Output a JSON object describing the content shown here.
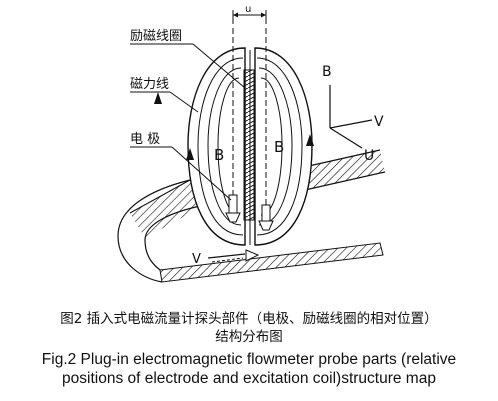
{
  "diagram": {
    "labels": {
      "excitation_coil": "励磁线圈",
      "magnetic_lines": "磁力线",
      "electrode": "电 极",
      "u_top": "u",
      "b_left": "B",
      "b_right": "B",
      "axis_b": "B",
      "axis_v": "V",
      "axis_u": "U",
      "flow_v": "V"
    }
  },
  "caption": {
    "cn_line1": "图2 插入式电磁流量计探头部件（电极、励磁线圈的相对位置）",
    "cn_line2": "结构分布图",
    "en_line1": "Fig.2 Plug-in electromagnetic flowmeter probe parts (relative",
    "en_line2": "positions of electrode and excitation coil)structure map"
  }
}
